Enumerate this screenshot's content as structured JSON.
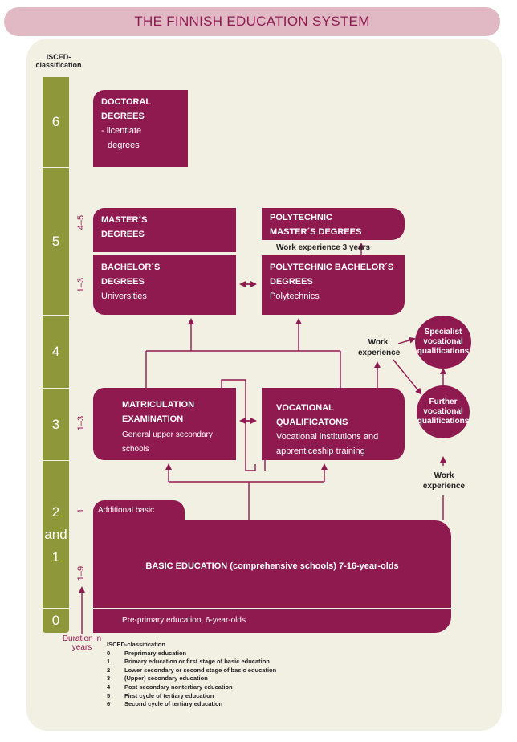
{
  "title": "THE FINNISH EDUCATION SYSTEM",
  "isced_header": "ISCED-classification",
  "scale_levels": {
    "l6": "6",
    "l5": "5",
    "l4": "4",
    "l3": "3",
    "l2": "2",
    "and": "and",
    "l1": "1",
    "l0": "0"
  },
  "durations": {
    "masters": "4–5",
    "bachelors": "1–3",
    "upper_secondary": "1–3",
    "additional": "1",
    "basic": "1–9"
  },
  "duration_caption": "Duration in years",
  "boxes": {
    "doctoral": {
      "h1": "DOCTORAL",
      "h2": "DEGREES",
      "l1": "- licentiate",
      "l2": "degrees"
    },
    "masters": {
      "h1": "MASTER´S",
      "h2": "DEGREES"
    },
    "poly_masters": {
      "h1": "POLYTECHNIC",
      "h2": "MASTER´S DEGREES"
    },
    "work_exp_3": "Work experience 3 years",
    "bachelors": {
      "h1": "BACHELOR´S",
      "h2": "DEGREES",
      "sub": "Universities"
    },
    "poly_bachelors": {
      "h1": "POLYTECHNIC BACHELOR´S",
      "h2": "DEGREES",
      "sub": "Polytechnics"
    },
    "matriculation": {
      "h1": "MATRICULATION",
      "h2": "EXAMINATION",
      "sub": "General upper secondary schools"
    },
    "vocational": {
      "h1": "VOCATIONAL QUALIFICATONS",
      "l1": "Vocational institutions and",
      "l2": "apprenticeship training"
    },
    "additional_basic": "Additional basic education",
    "basic": "BASIC EDUCATION (comprehensive schools) 7-16-year-olds",
    "pre_primary": "Pre-primary education, 6-year-olds"
  },
  "circles": {
    "specialist": "Specialist vocational qualifications",
    "further": "Further vocational qualifications"
  },
  "notes": {
    "work_experience_upper": "Work experience",
    "work_experience_lower": "Work experience"
  },
  "legend": {
    "title": "ISCED-classification",
    "items": [
      {
        "num": "0",
        "text": "Preprimary education"
      },
      {
        "num": "1",
        "text": "Primary education or first stage of basic education"
      },
      {
        "num": "2",
        "text": "Lower secondary or second stage of basic education"
      },
      {
        "num": "3",
        "text": "(Upper) secondary education"
      },
      {
        "num": "4",
        "text": "Post secondary nontertiary education"
      },
      {
        "num": "5",
        "text": "First cycle of tertiary education"
      },
      {
        "num": "6",
        "text": "Second cycle of tertiary education"
      }
    ]
  },
  "colors": {
    "primary": "#8e1a50",
    "scale": "#8e983a",
    "panel": "#f2f0e3",
    "title_bg": "#e0b9c4"
  }
}
